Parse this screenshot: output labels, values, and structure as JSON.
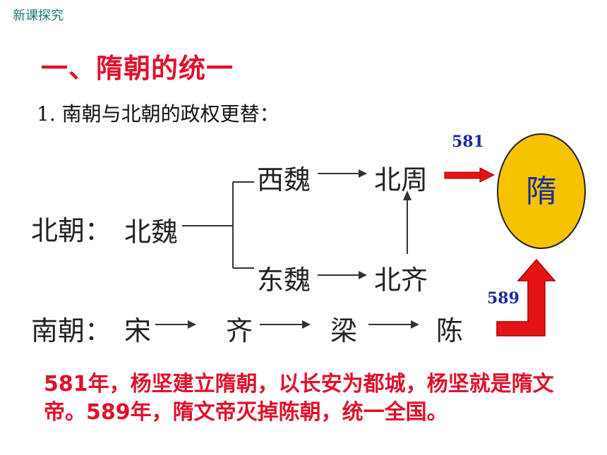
{
  "header": {
    "section_tag": "新课探究"
  },
  "title": "一、隋朝的统一",
  "subtitle": "1. 南朝与北朝的政权更替：",
  "diagram": {
    "north_label": "北朝：",
    "north_wei": "北魏",
    "western_wei": "西魏",
    "northern_zhou": "北周",
    "eastern_wei": "东魏",
    "northern_qi": "北齐",
    "south_label": "南朝：",
    "song": "宋",
    "qi": "齐",
    "liang": "梁",
    "chen": "陈",
    "sui": "隋",
    "year_581": "581",
    "year_589": "589"
  },
  "summary": "581年，杨坚建立隋朝，以长安为都城，杨坚就是隋文帝。589年，隋文帝灭掉陈朝，统一全国。",
  "colors": {
    "title": "#e0102a",
    "year": "#1a2a9c",
    "circle": "#f6c300",
    "arrow": "#e41414"
  }
}
